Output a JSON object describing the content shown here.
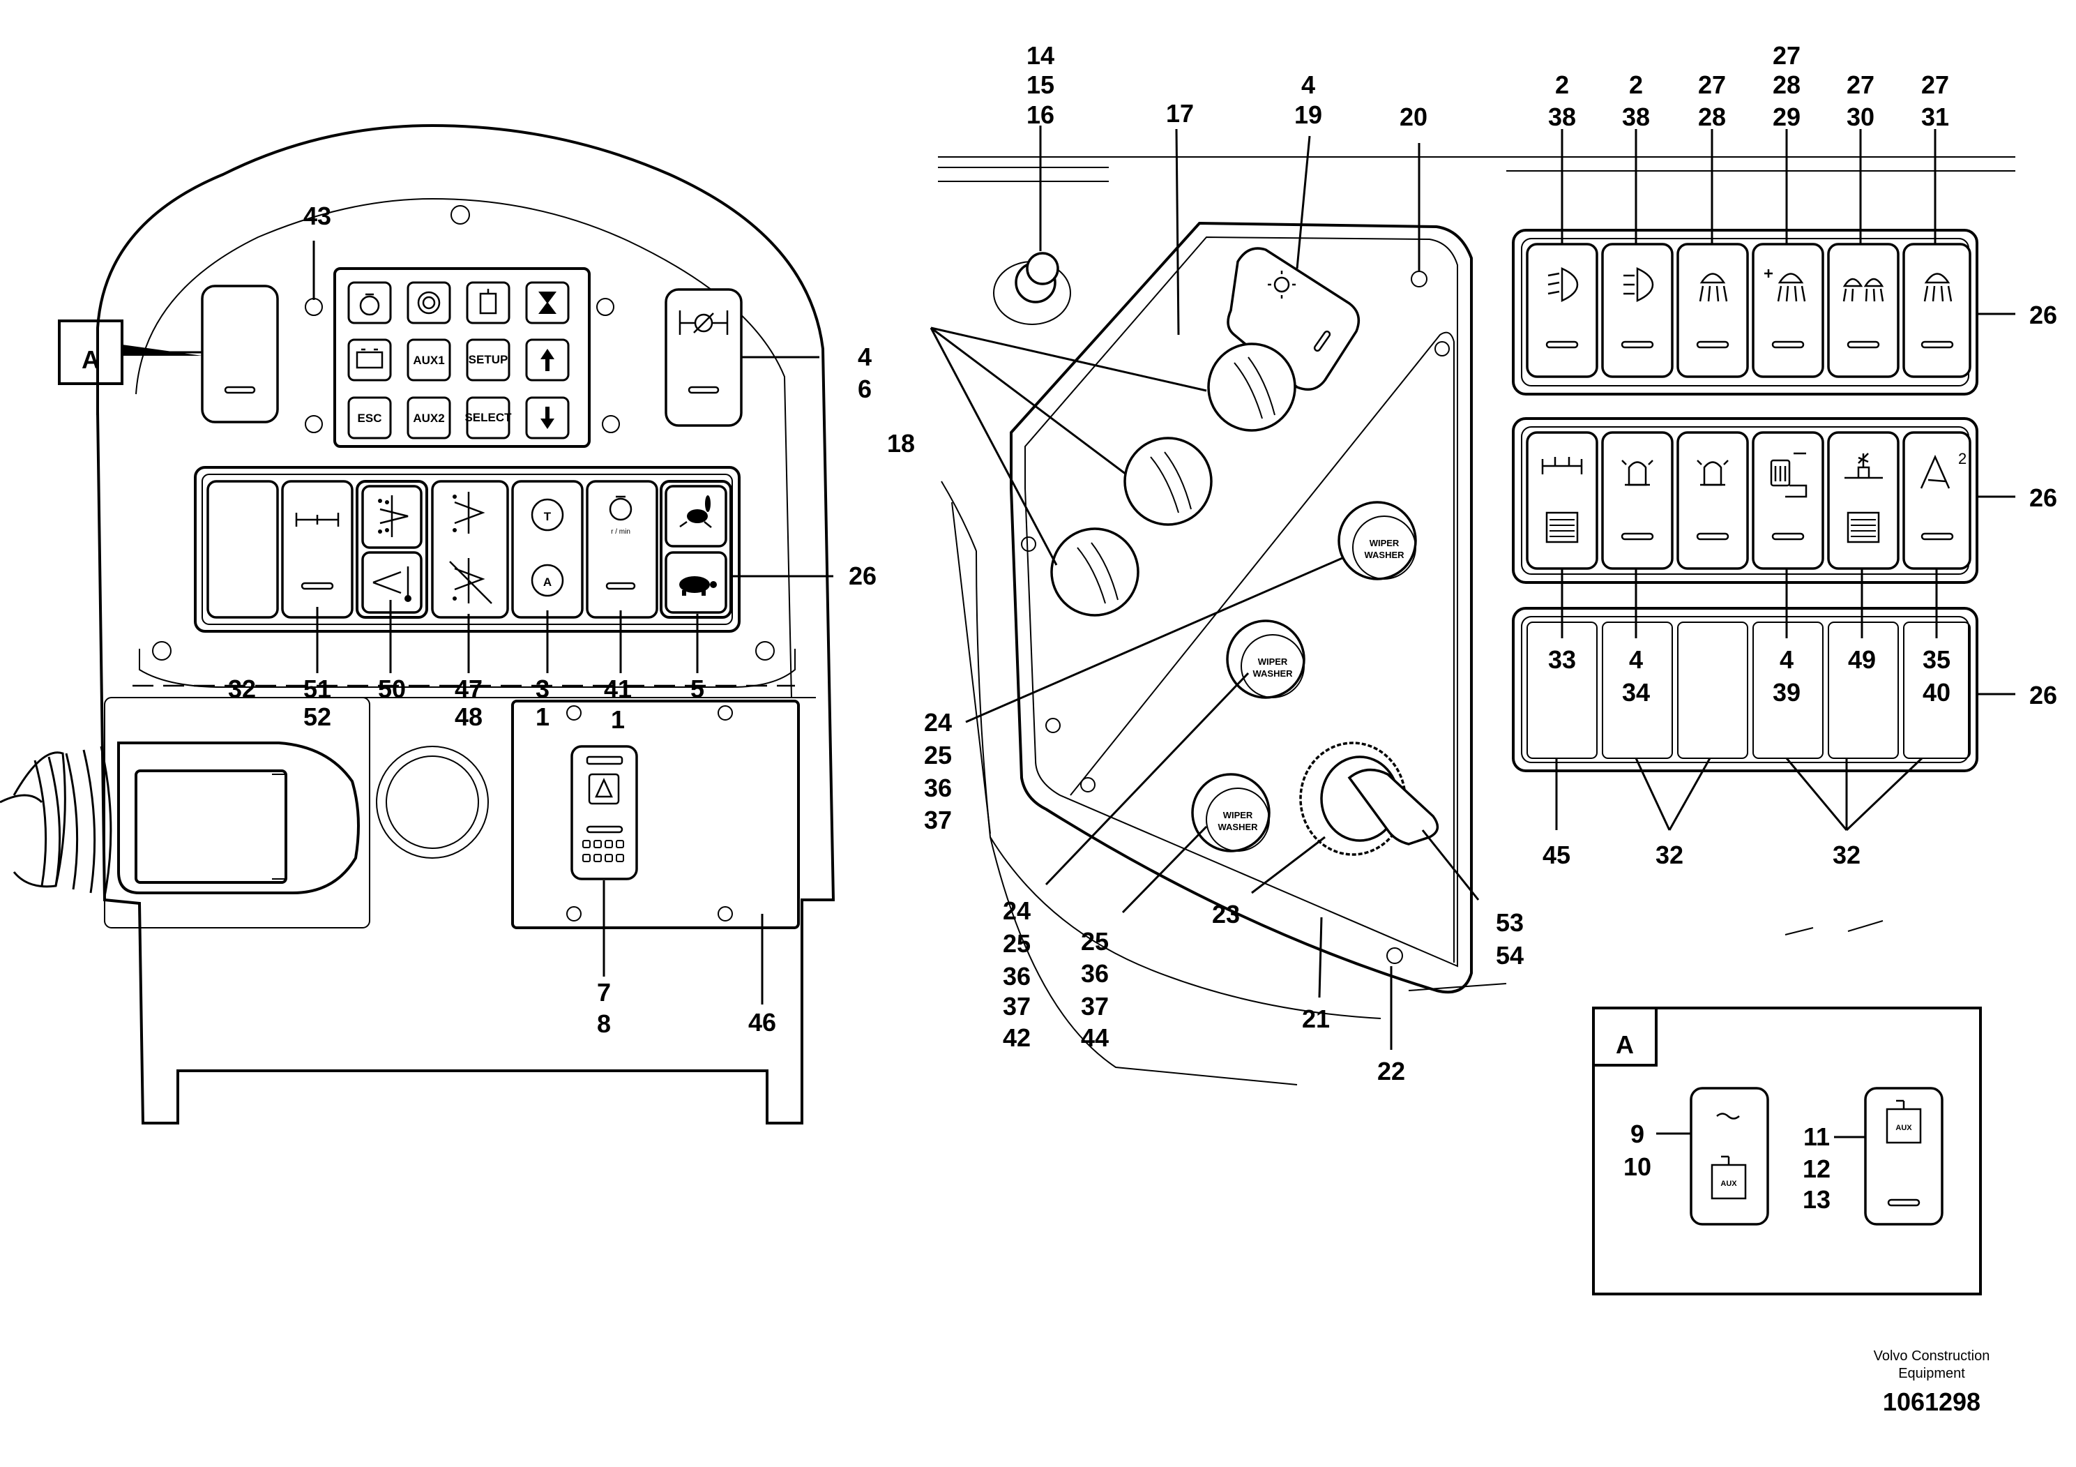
{
  "labels": {
    "l14": "14",
    "l15": "15",
    "l16": "16",
    "l17": "17",
    "l4a": "4",
    "l19": "19",
    "l20": "20",
    "c1a": "2",
    "c1b": "38",
    "c2a": "2",
    "c2b": "38",
    "c3a": "27",
    "c3b": "28",
    "c4a": "27",
    "c4b": "28",
    "c4c": "29",
    "c5a": "27",
    "c5b": "30",
    "c6a": "27",
    "c6b": "31",
    "l43": "43",
    "l4b": "4",
    "l6": "6",
    "l26a": "26",
    "l26b": "26",
    "l26c": "26",
    "l26d": "26",
    "l18": "18",
    "b32": "32",
    "b51": "51",
    "b52": "52",
    "b50": "50",
    "b47": "47",
    "b48": "48",
    "b3": "3",
    "b1a": "1",
    "b41": "41",
    "b1b": "1",
    "b5": "5",
    "l24a": "24",
    "l25a": "25",
    "l36a": "36",
    "l37a": "37",
    "l24b": "24",
    "l25b": "25",
    "l36b": "36",
    "l37b": "37",
    "l42": "42",
    "l25c": "25",
    "l36c": "36",
    "l37c": "37",
    "l44": "44",
    "l23": "23",
    "l21": "21",
    "l22": "22",
    "l53": "53",
    "l54": "54",
    "l7": "7",
    "l8": "8",
    "l46": "46",
    "r33": "33",
    "r4a": "4",
    "r34": "34",
    "r4b": "4",
    "r39": "39",
    "r49": "49",
    "r35": "35",
    "r40": "40",
    "r45": "45",
    "r32a": "32",
    "r32b": "32",
    "l9": "9",
    "l10": "10",
    "l11": "11",
    "l12": "12",
    "l13": "13"
  },
  "callout_letter": "A",
  "keypad": {
    "aux1": "AUX1",
    "setup": "SETUP",
    "esc": "ESC",
    "aux2": "AUX2",
    "select": "SELECT"
  },
  "icons": {
    "aux": "AUX",
    "wiper": "WIPER",
    "washer": "WASHER",
    "rpm_unit": "r / min",
    "tag_2": "2",
    "letter_t": "T",
    "letter_a": "A"
  },
  "footer": {
    "company_line1": "Volvo Construction",
    "company_line2": "Equipment",
    "drawing_number": "1061298"
  }
}
